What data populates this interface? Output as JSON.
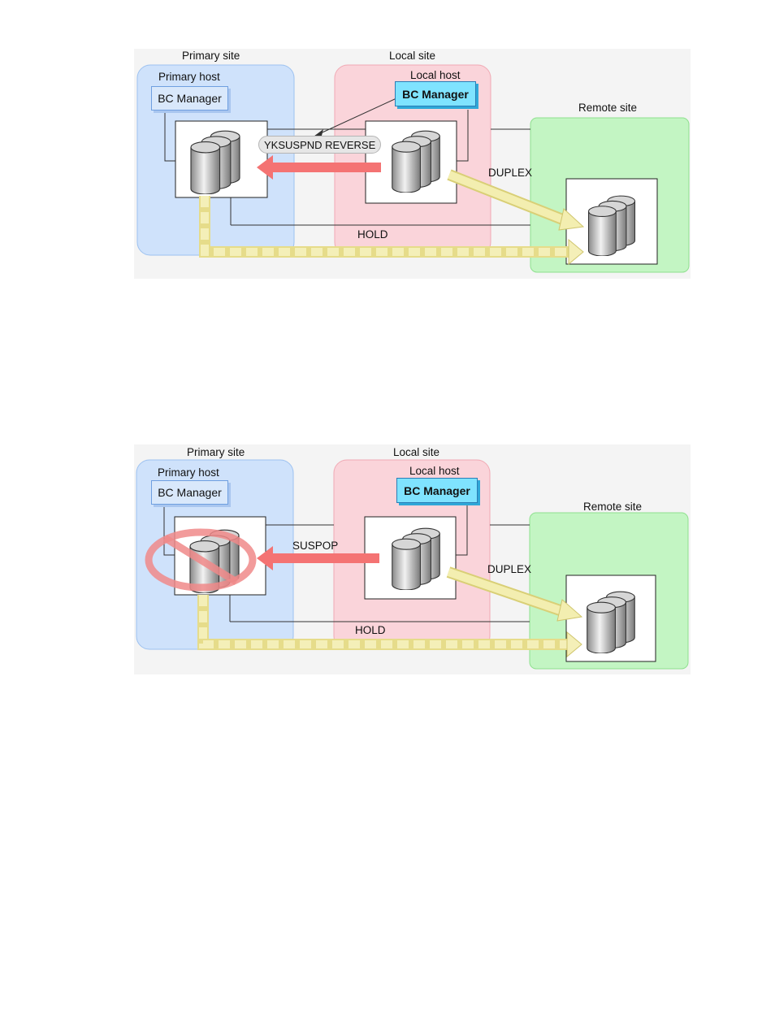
{
  "figures": [
    {
      "sites": {
        "primary": "Primary site",
        "local": "Local site",
        "remote": "Remote site"
      },
      "hosts": {
        "primary": "Primary host",
        "local": "Local host"
      },
      "bc_manager_primary": "BC Manager",
      "bc_manager_local": "BC Manager",
      "command_label": "YKSUSPND REVERSE",
      "duplex_label": "DUPLEX",
      "hold_label": "HOLD"
    },
    {
      "sites": {
        "primary": "Primary site",
        "local": "Local site",
        "remote": "Remote site"
      },
      "hosts": {
        "primary": "Primary host",
        "local": "Local host"
      },
      "bc_manager_primary": "BC Manager",
      "bc_manager_local": "BC Manager",
      "state_label": "SUSPOP",
      "duplex_label": "DUPLEX",
      "hold_label": "HOLD"
    }
  ],
  "colors": {
    "primary_site_fill": "#cfe2fb",
    "local_site_fill": "#fad4da",
    "remote_site_fill": "#c3f5c3",
    "copy_arrow_red": "#f47373",
    "duplex_arrow_yellow": "#f3eeb0",
    "prohibit_ring": "#f08a8a"
  },
  "icons": [
    "disk-stack-icon",
    "prohibit-icon"
  ]
}
